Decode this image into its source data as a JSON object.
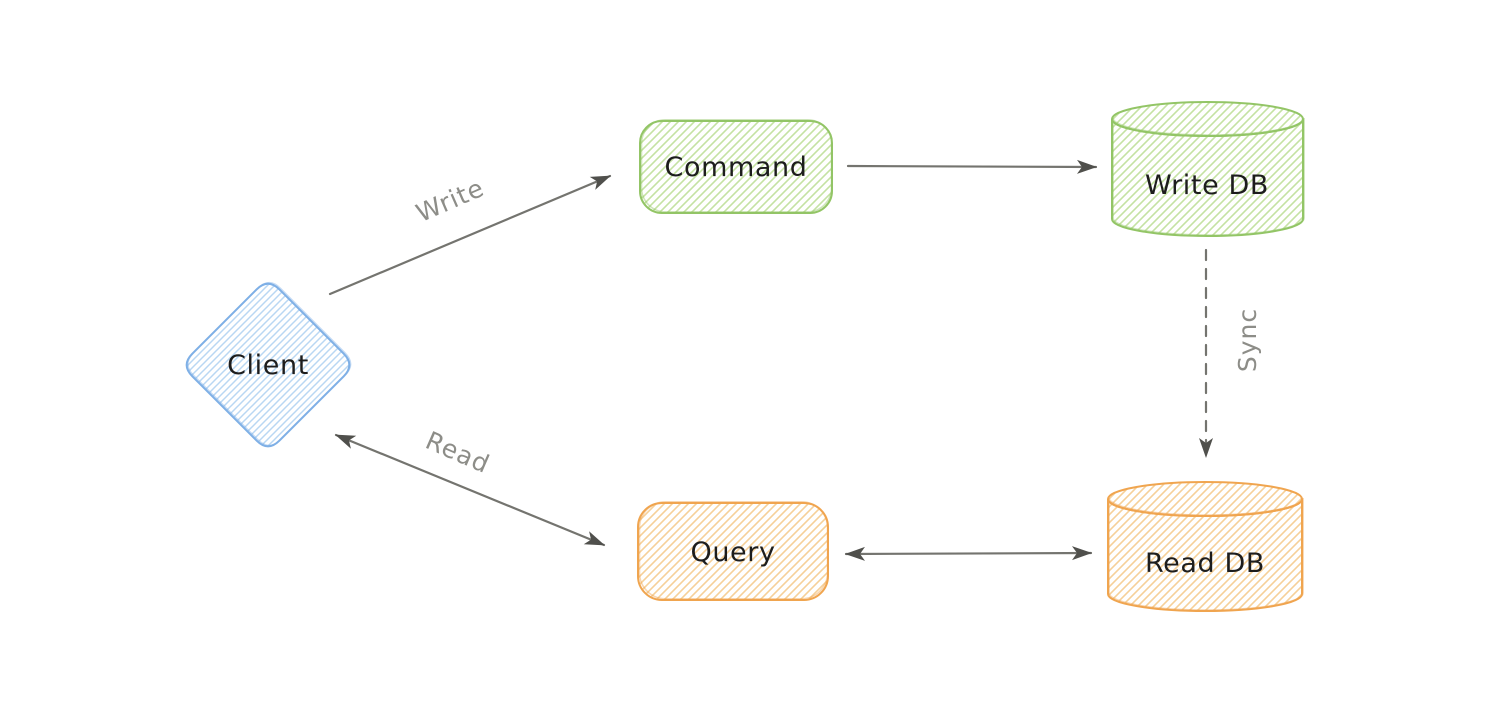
{
  "diagram": {
    "type": "flow-diagram",
    "pattern": "CQRS",
    "background": "#ffffff"
  },
  "palette": {
    "blue_stroke": "#7fb0e6",
    "blue_hatch": "#b9d7f3",
    "green_stroke": "#93c566",
    "green_hatch": "#c5e2a3",
    "orange_stroke": "#f0a54f",
    "orange_hatch": "#f6d099",
    "arrow_line": "#74746f",
    "arrowhead_fill": "#50504c",
    "edge_label_color": "#8d8d88",
    "node_label_color": "#1d1d1d"
  },
  "nodes": {
    "client": {
      "label": "Client",
      "shape": "diamond",
      "color": "blue"
    },
    "command": {
      "label": "Command",
      "shape": "rounded-rect",
      "color": "green"
    },
    "write_db": {
      "label": "Write DB",
      "shape": "cylinder",
      "color": "green"
    },
    "query": {
      "label": "Query",
      "shape": "rounded-rect",
      "color": "orange"
    },
    "read_db": {
      "label": "Read DB",
      "shape": "cylinder",
      "color": "orange"
    }
  },
  "edges": {
    "write": {
      "label": "Write",
      "from": "client",
      "to": "command",
      "line": "solid",
      "direction": "one-way"
    },
    "cmd_to_wdb": {
      "label": "",
      "from": "command",
      "to": "write_db",
      "line": "solid",
      "direction": "one-way"
    },
    "sync": {
      "label": "Sync",
      "from": "write_db",
      "to": "read_db",
      "line": "dashed",
      "direction": "one-way"
    },
    "query_rdb": {
      "label": "",
      "from": "query",
      "to": "read_db",
      "line": "solid",
      "direction": "two-way"
    },
    "read": {
      "label": "Read",
      "from": "client",
      "to": "query",
      "line": "solid",
      "direction": "two-way"
    }
  }
}
